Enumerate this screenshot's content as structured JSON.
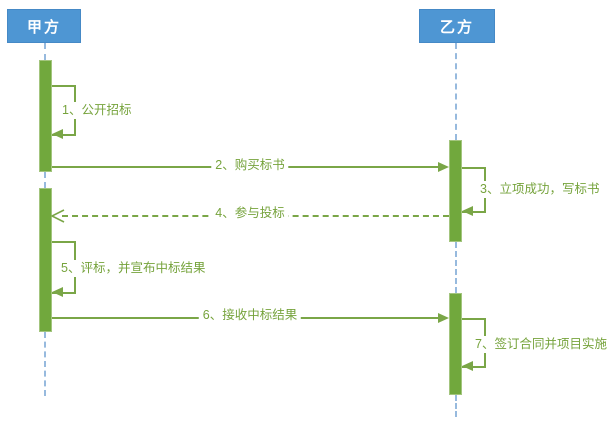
{
  "diagram_type": "uml-sequence-diagram",
  "actors": [
    {
      "id": "party-a",
      "label": "甲方"
    },
    {
      "id": "party-b",
      "label": "乙方"
    }
  ],
  "messages": [
    {
      "num": 1,
      "label": "1、公开招标",
      "type": "self-message",
      "from": "甲方",
      "to": "甲方",
      "line": "solid",
      "arrow": "filled"
    },
    {
      "num": 2,
      "label": "2、购买标书",
      "type": "message",
      "from": "甲方",
      "to": "乙方",
      "line": "solid",
      "arrow": "filled"
    },
    {
      "num": 3,
      "label": "3、立项成功，写标书",
      "type": "self-message",
      "from": "乙方",
      "to": "乙方",
      "line": "solid",
      "arrow": "filled"
    },
    {
      "num": 4,
      "label": "4、参与投标",
      "type": "return-message",
      "from": "乙方",
      "to": "甲方",
      "line": "dashed",
      "arrow": "open"
    },
    {
      "num": 5,
      "label": "5、评标，并宣布中标结果",
      "type": "self-message",
      "from": "甲方",
      "to": "甲方",
      "line": "solid",
      "arrow": "filled"
    },
    {
      "num": 6,
      "label": "6、接收中标结果",
      "type": "message",
      "from": "甲方",
      "to": "乙方",
      "line": "solid",
      "arrow": "filled"
    },
    {
      "num": 7,
      "label": "7、签订合同并项目实施",
      "type": "self-message",
      "from": "乙方",
      "to": "乙方",
      "line": "solid",
      "arrow": "filled"
    }
  ],
  "colors": {
    "actor_fill": "#4e96d3",
    "actor_border": "#4589c6",
    "actor_text": "#ffffff",
    "activation_fill": "#71a83d",
    "activation_border": "#a3c57e",
    "message_green": "#7aa647",
    "label_text_green": "#76a33c",
    "lifeline_blue": "#97bade",
    "background": "#ffffff"
  }
}
